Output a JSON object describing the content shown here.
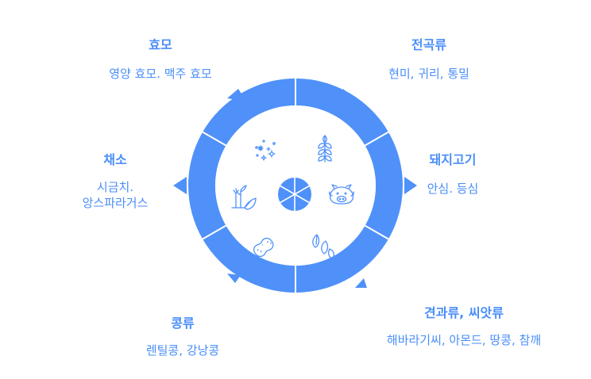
{
  "colors": {
    "accent": "#4f91f9",
    "ring_text": "#4a8ef8",
    "icon_stroke": "#4f91f9"
  },
  "segments": [
    {
      "title": "효모",
      "description": "영양 효모. 맥주 효모",
      "icon": "yeast-sparkle-icon"
    },
    {
      "title": "전곡류",
      "description": "현미, 귀리, 통밀",
      "icon": "wheat-icon"
    },
    {
      "title": "돼지고기",
      "description": "안심. 등심",
      "icon": "pig-icon"
    },
    {
      "title": "견과류, 씨앗류",
      "description": "해바라기씨, 아몬드, 땅콩, 참깨",
      "icon": "seeds-icon"
    },
    {
      "title": "콩류",
      "description": "렌틸콩, 강낭콩",
      "icon": "peanut-icon"
    },
    {
      "title": "채소",
      "description": "시금치.\n앙스파라거스",
      "icon": "vegetable-icon"
    }
  ],
  "center_icon": "pie-divided-icon"
}
